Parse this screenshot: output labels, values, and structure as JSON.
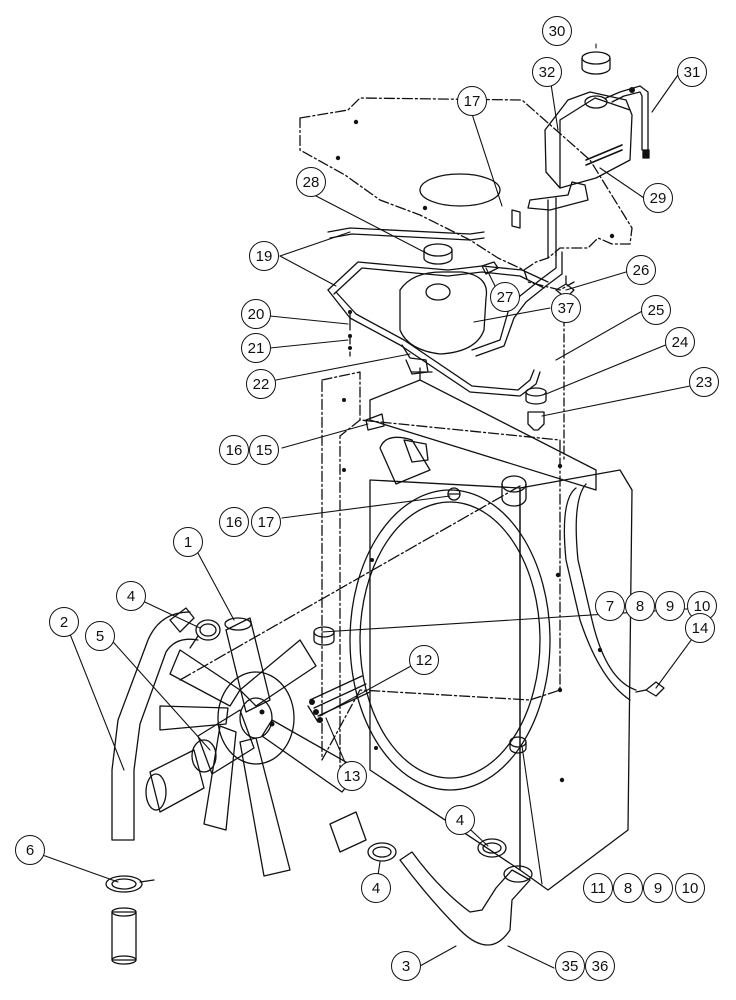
{
  "callouts": [
    {
      "id": "c30",
      "label": "30"
    },
    {
      "id": "c32",
      "label": "32"
    },
    {
      "id": "c31",
      "label": "31"
    },
    {
      "id": "c17a",
      "label": "17"
    },
    {
      "id": "c28",
      "label": "28"
    },
    {
      "id": "c29",
      "label": "29"
    },
    {
      "id": "c19",
      "label": "19"
    },
    {
      "id": "c26",
      "label": "26"
    },
    {
      "id": "c27",
      "label": "27"
    },
    {
      "id": "c20",
      "label": "20"
    },
    {
      "id": "c37",
      "label": "37"
    },
    {
      "id": "c25",
      "label": "25"
    },
    {
      "id": "c21",
      "label": "21"
    },
    {
      "id": "c22",
      "label": "22"
    },
    {
      "id": "c24",
      "label": "24"
    },
    {
      "id": "c23",
      "label": "23"
    },
    {
      "id": "c16a",
      "label": "16"
    },
    {
      "id": "c15",
      "label": "15"
    },
    {
      "id": "c16b",
      "label": "16"
    },
    {
      "id": "c17b",
      "label": "17"
    },
    {
      "id": "c1",
      "label": "1"
    },
    {
      "id": "c4a",
      "label": "4"
    },
    {
      "id": "c5",
      "label": "5"
    },
    {
      "id": "c7",
      "label": "7"
    },
    {
      "id": "c8a",
      "label": "8"
    },
    {
      "id": "c9a",
      "label": "9"
    },
    {
      "id": "c10a",
      "label": "10"
    },
    {
      "id": "c2",
      "label": "2"
    },
    {
      "id": "c14",
      "label": "14"
    },
    {
      "id": "c12",
      "label": "12"
    },
    {
      "id": "c13",
      "label": "13"
    },
    {
      "id": "c6",
      "label": "6"
    },
    {
      "id": "c4b",
      "label": "4"
    },
    {
      "id": "c4c",
      "label": "4"
    },
    {
      "id": "c11",
      "label": "11"
    },
    {
      "id": "c8b",
      "label": "8"
    },
    {
      "id": "c9b",
      "label": "9"
    },
    {
      "id": "c10b",
      "label": "10"
    },
    {
      "id": "c3",
      "label": "3"
    },
    {
      "id": "c35",
      "label": "35"
    },
    {
      "id": "c36",
      "label": "36"
    }
  ]
}
